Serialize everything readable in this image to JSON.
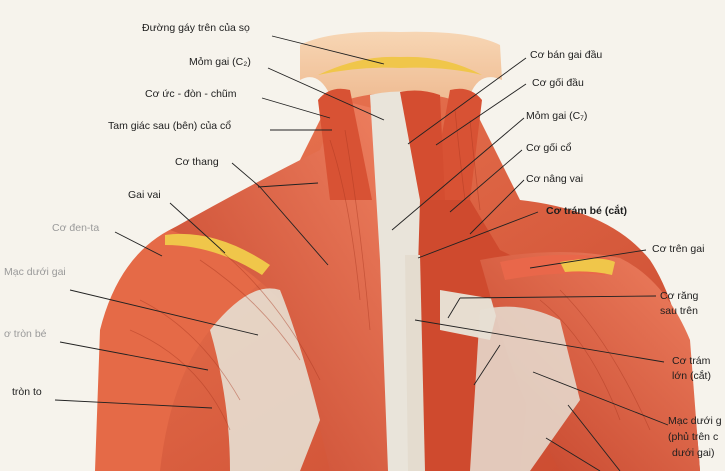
{
  "labels": {
    "left": {
      "duong_gay": "Đường gáy trên của sọ",
      "mom_gai_c2": "Mỏm gai (C₂)",
      "co_uc_don_chum": "Cơ ức - đòn - chũm",
      "tam_giac_sau": "Tam giác sau (bên) của cổ",
      "co_thang": "Cơ thang",
      "gai_vai": "Gai vai",
      "co_den_ta": "Cơ đen-ta",
      "mac_duoi_gai_left": "Mạc dưới gai",
      "co_tron_be": "ơ tròn bé",
      "co_tron_to": "tròn to"
    },
    "right": {
      "co_ban_gai_dau": "Cơ bán gai đầu",
      "co_goi_dau": "Cơ gối đầu",
      "mom_gai_c7": "Mỏm gai (C₇)",
      "co_goi_co": "Cơ gối cổ",
      "co_nang_vai": "Cơ nâng vai",
      "co_tram_be_main": "Cơ trám bé",
      "co_tram_be_note": "(cắt)",
      "co_tren_gai": "Cơ trên gai",
      "co_rang_sau_tren_1": "Cơ răng",
      "co_rang_sau_tren_2": "sau trên",
      "co_tram_lon_1": "Cơ trám",
      "co_tram_lon_2": "lớn (cắt)",
      "mac_duoi_gai_right_1": "Mạc dưới g",
      "mac_duoi_gai_right_2": "(phủ trên c",
      "mac_duoi_gai_right_3": "dưới gai)"
    }
  },
  "colors": {
    "muscle": "#e0603f",
    "muscle_dark": "#b83e27",
    "tendon": "#e9e4da",
    "fat": "#f0c64a",
    "skin": "#f2c8a6",
    "leader_line": "#222222"
  }
}
